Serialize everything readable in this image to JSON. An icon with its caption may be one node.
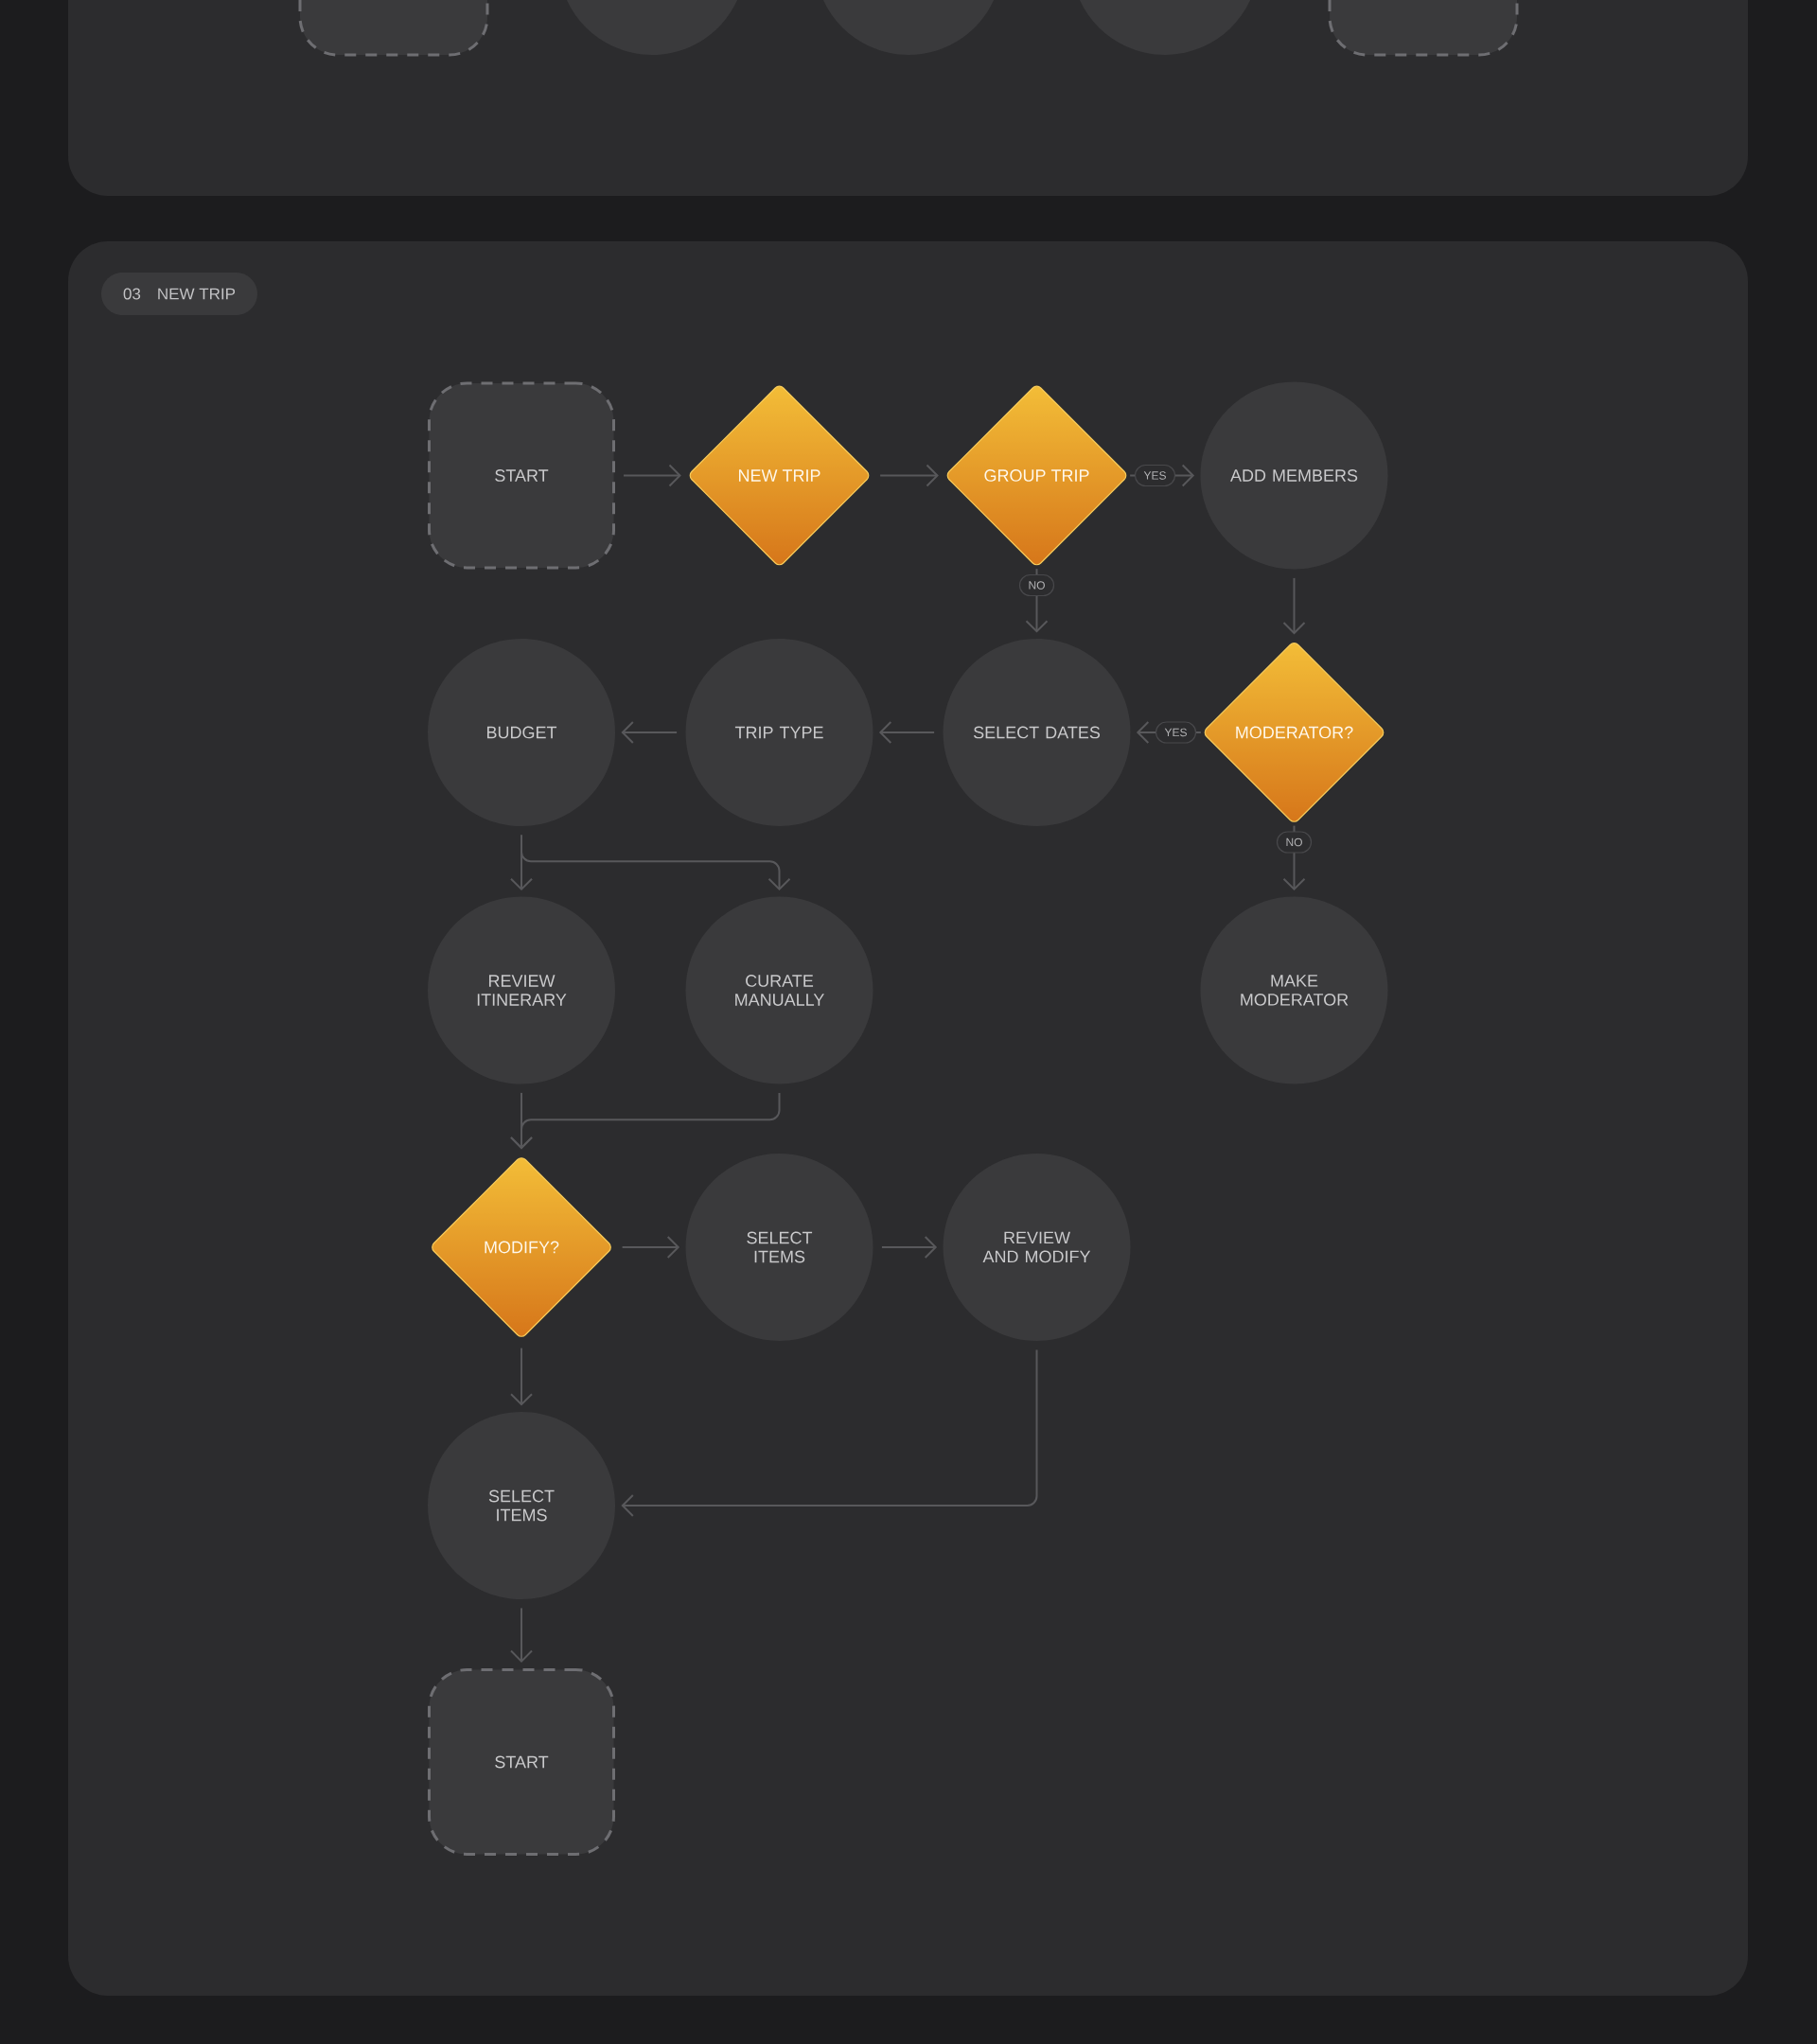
{
  "diagram": {
    "nodes": [
      {
        "text": [],
        "shape": "box"
      },
      {
        "text": [],
        "shape": "box",
        "in": 0
      },
      {
        "text": [],
        "shape": "circle",
        "in": 0
      },
      {
        "text": [],
        "shape": "circle",
        "in": 0
      },
      {
        "text": [],
        "shape": "circle",
        "in": 0
      },
      {
        "text": [],
        "shape": "box",
        "in": 0
      },
      {
        "text": [],
        "shape": "box"
      },
      {
        "text": [
          "03",
          "NEW TRIP"
        ],
        "in": 6
      },
      {
        "text": [
          "START"
        ],
        "in": 6
      },
      {
        "text": [
          "NEW TRIP"
        ],
        "in": 6
      },
      {
        "text": [
          "GROUP TRIP"
        ],
        "in": 6
      },
      {
        "text": [
          "ADD MEMBERS"
        ],
        "in": 6
      },
      {
        "text": [
          "BUDGET"
        ],
        "in": 6
      },
      {
        "text": [
          "TRIP TYPE"
        ],
        "in": 6
      },
      {
        "text": [
          "SELECT DATES"
        ],
        "in": 6
      },
      {
        "text": [
          "MODERATOR?"
        ],
        "in": 6
      },
      {
        "text": [
          "REVIEW ITINERARY"
        ],
        "in": 6
      },
      {
        "text": [
          "CURATE MANUALLY"
        ],
        "in": 6
      },
      {
        "text": [
          "MAKE MODERATOR"
        ],
        "in": 6
      },
      {
        "text": [
          "MODIFY?"
        ],
        "in": 6
      },
      {
        "text": [
          "SELECT ITEMS"
        ],
        "in": 6
      },
      {
        "text": [
          "REVIEW AND MODIFY"
        ],
        "in": 6
      },
      {
        "text": [
          "SELECT ITEMS"
        ],
        "in": 6
      },
      {
        "text": [
          "START"
        ],
        "in": 6
      }
    ],
    "edges": [
      {
        "from": 8,
        "to": 9,
        "arrow": "to"
      },
      {
        "from": 9,
        "to": 10,
        "arrow": "to"
      },
      {
        "from": 10,
        "to": 11,
        "arrow": "to",
        "label": "YES"
      },
      {
        "from": 10,
        "to": 14,
        "arrow": "to",
        "label": "NO"
      },
      {
        "from": 11,
        "to": 15,
        "arrow": "to"
      },
      {
        "from": 15,
        "to": 14,
        "arrow": "to",
        "label": "YES"
      },
      {
        "from": 15,
        "to": 18,
        "arrow": "to",
        "label": "NO"
      },
      {
        "from": 14,
        "to": 13,
        "arrow": "to"
      },
      {
        "from": 13,
        "to": 12,
        "arrow": "to"
      },
      {
        "from": 12,
        "to": 16,
        "arrow": "to"
      },
      {
        "from": 12,
        "to": 17,
        "arrow": "to"
      },
      {
        "from": 16,
        "to": 19,
        "arrow": "to"
      },
      {
        "from": 17,
        "to": 19,
        "arrow": "to"
      },
      {
        "from": 19,
        "to": 20,
        "arrow": "to"
      },
      {
        "from": 20,
        "to": 21,
        "arrow": "to"
      },
      {
        "from": 19,
        "to": 22,
        "arrow": "to"
      },
      {
        "from": 21,
        "to": 22,
        "arrow": "to"
      },
      {
        "from": 22,
        "to": 23,
        "arrow": "to"
      }
    ]
  }
}
